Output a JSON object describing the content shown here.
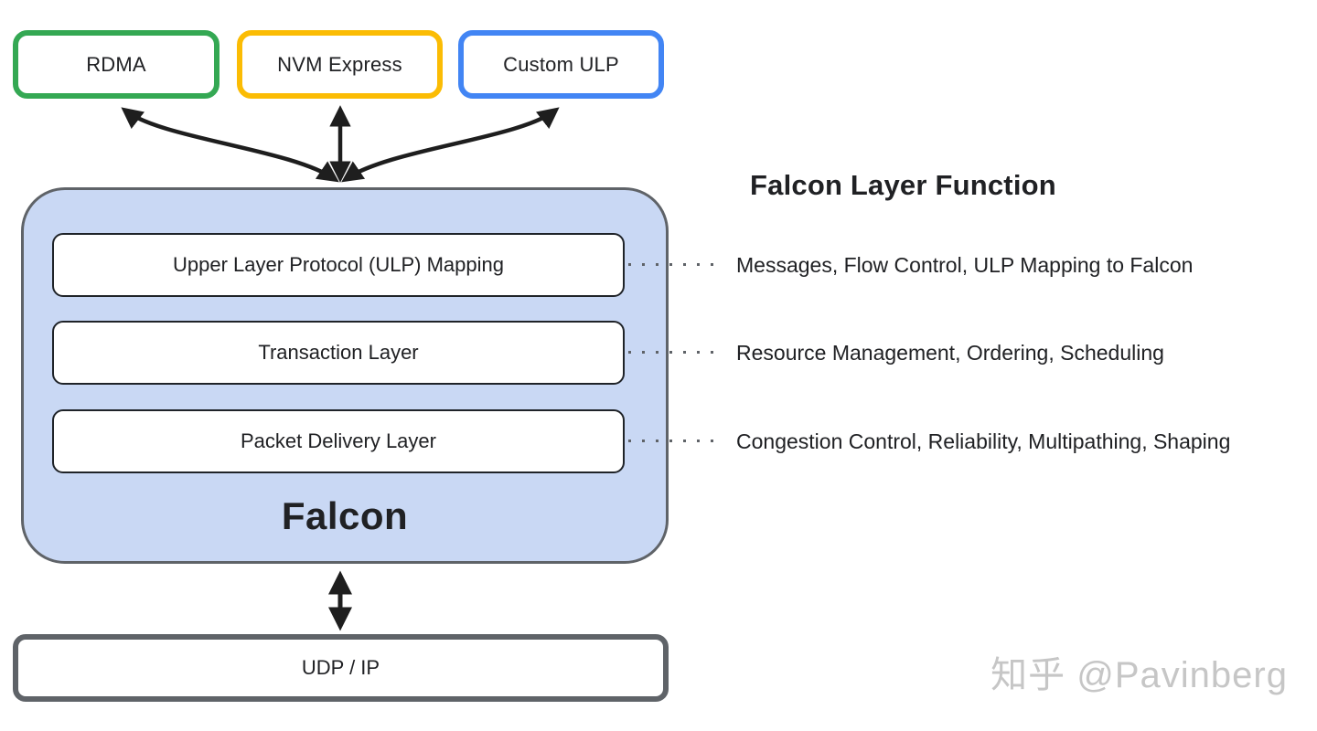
{
  "top_boxes": [
    {
      "label": "RDMA",
      "border_color": "#34A853"
    },
    {
      "label": "NVM Express",
      "border_color": "#FBBC04"
    },
    {
      "label": "Custom ULP",
      "border_color": "#4285F4"
    }
  ],
  "falcon": {
    "title": "Falcon",
    "fill_color": "#C9D8F4",
    "border_color": "#5F6368",
    "layers": [
      {
        "name": "Upper Layer Protocol (ULP) Mapping"
      },
      {
        "name": "Transaction Layer"
      },
      {
        "name": "Packet Delivery Layer"
      }
    ]
  },
  "udp_box": {
    "label": "UDP / IP"
  },
  "right_panel": {
    "title": "Falcon Layer Function",
    "functions": [
      "Messages, Flow Control, ULP Mapping to Falcon",
      "Resource Management, Ordering, Scheduling",
      "Congestion Control, Reliability, Multipathing, Shaping"
    ]
  },
  "watermark": "知乎 @Pavinberg",
  "arrow_color": "#1E1E1E"
}
